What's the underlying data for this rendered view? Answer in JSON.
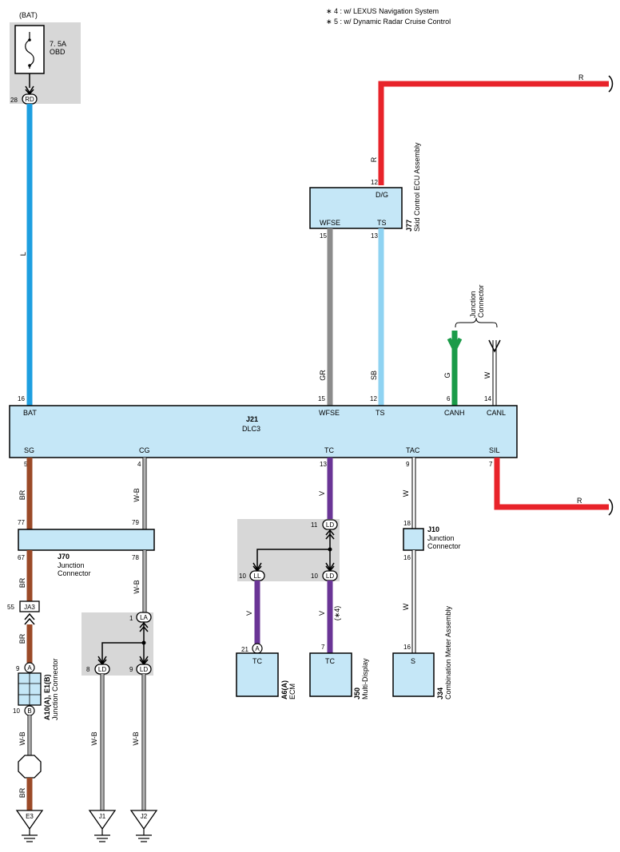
{
  "notes": {
    "n4": "∗ 4 : w/ LEXUS Navigation System",
    "n5": "∗ 5 : w/ Dynamic Radar Cruise Control"
  },
  "fuse": {
    "bat_label": "(BAT)",
    "rating": "7. 5A",
    "name": "OBD",
    "pin": "28",
    "connector": "RD"
  },
  "wires": {
    "bat_color": "L",
    "r_top": "R",
    "r_vertical": "R",
    "gr": "GR",
    "sb": "SB",
    "g": "G",
    "w_canl": "W",
    "br_sg": "BR",
    "wb_cg": "W-B",
    "v_tc": "V",
    "w_tac": "W",
    "r_sil": "R",
    "br_j70": "BR",
    "wb_j70": "W-B",
    "br_ja3": "BR",
    "wb_a10": "W-B",
    "br_e3": "BR",
    "wb_j1": "W-B",
    "wb_j2": "W-B",
    "v_ecm": "V",
    "v_md": "V",
    "v_md_note": "(∗4)",
    "w_j10": "W"
  },
  "j77": {
    "id": "J77",
    "name": "Skid Control ECU Assembly",
    "pin_dg": "12",
    "term_dg": "D/G",
    "term_wfse": "WFSE",
    "term_ts": "TS",
    "pin_wfse": "15",
    "pin_ts": "13"
  },
  "jc_top": {
    "name_line1": "Junction",
    "name_line2": "Connector"
  },
  "j21": {
    "id": "J21",
    "name": "DLC3",
    "top_pins": [
      "16",
      "15",
      "12",
      "6",
      "14"
    ],
    "top_terms": [
      "BAT",
      "WFSE",
      "TS",
      "CANH",
      "CANL"
    ],
    "bottom_terms": [
      "SG",
      "CG",
      "TC",
      "TAC",
      "SIL"
    ],
    "bottom_pins": [
      "5",
      "4",
      "13",
      "9",
      "7"
    ]
  },
  "j70": {
    "id": "J70",
    "name_line1": "Junction",
    "name_line2": "Connector",
    "pin_77": "77",
    "pin_79": "79",
    "pin_67": "67",
    "pin_78": "78"
  },
  "ja3": {
    "pin": "55",
    "label": "JA3"
  },
  "a10": {
    "id": "A10(A), E1(B)",
    "name": "Junction Connector",
    "pin_top": "9",
    "conn_top": "A",
    "pin_bottom": "10",
    "conn_bottom": "B"
  },
  "junction_la": {
    "pin_in": "1",
    "conn_in": "LA",
    "pin_out1": "8",
    "conn_out1": "LD",
    "pin_out2": "9",
    "conn_out2": "LD"
  },
  "junction_ld": {
    "pin_in": "11",
    "conn_in": "LD",
    "pin_out1": "10",
    "conn_out1": "LL",
    "pin_out2": "10",
    "conn_out2": "LD"
  },
  "a6": {
    "id": "A6(A)",
    "name": "ECM",
    "pin": "21",
    "conn": "A",
    "term": "TC"
  },
  "j50": {
    "id": "J50",
    "name": "Multi-Display",
    "pin": "7",
    "term": "TC"
  },
  "j34": {
    "id": "J34",
    "name": "Combination Meter Assembly",
    "pin": "16",
    "term": "S"
  },
  "j10": {
    "id": "J10",
    "name_line1": "Junction",
    "name_line2": "Connector",
    "pin_top": "18",
    "pin_bottom": "16"
  },
  "grounds": {
    "e3": "E3",
    "j1": "J1",
    "j2": "J2"
  },
  "colors": {
    "blue_L": "#1e9fe0",
    "red_R": "#e8232a",
    "gray_GR": "#8c8c8c",
    "skyblue_SB": "#8fd3f2",
    "green_G": "#1a9b48",
    "brown_BR": "#9b4a28",
    "violet_V": "#6a3596",
    "component_fill": "#c5e7f7",
    "shade": "#d7d7d7"
  }
}
